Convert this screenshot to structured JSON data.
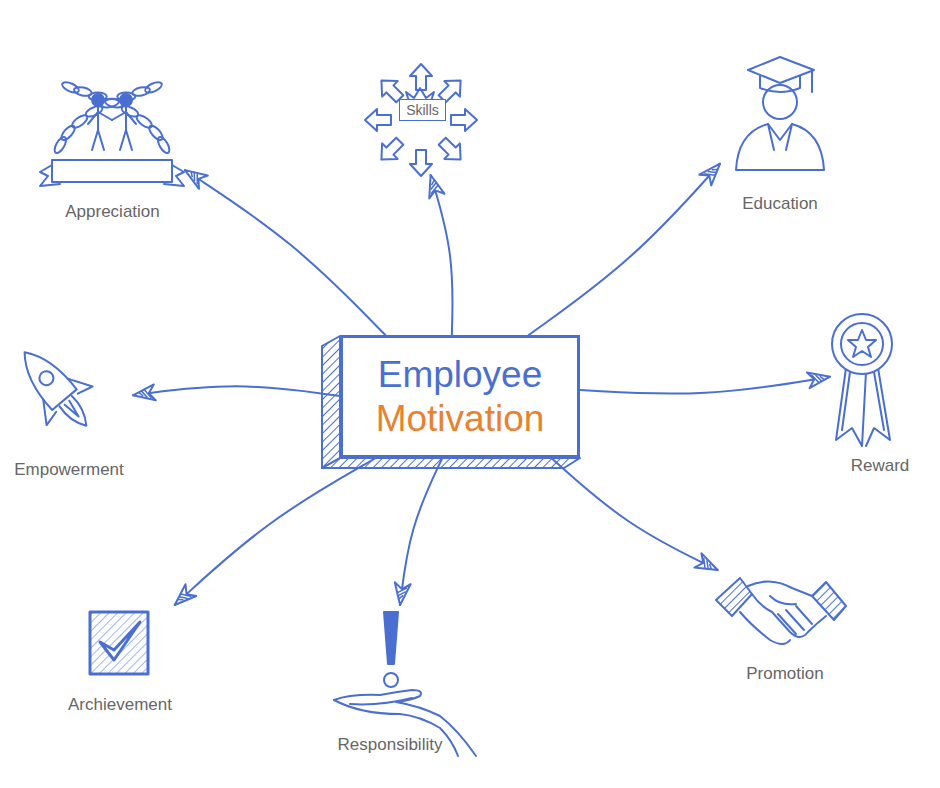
{
  "diagram": {
    "nodes": [
      {
        "text": [
          "Employee",
          "Motivation"
        ]
      },
      {
        "text": [
          "Appreciation"
        ]
      },
      {
        "text": [
          "Skills"
        ]
      },
      {
        "text": [
          "Education"
        ]
      },
      {
        "text": [
          "Empowerment"
        ]
      },
      {
        "text": [
          "Reward"
        ]
      },
      {
        "text": [
          "Archievement"
        ]
      },
      {
        "text": [
          "Responsibility"
        ]
      },
      {
        "text": [
          "Promotion"
        ]
      }
    ],
    "edges": [
      {
        "from": 0,
        "to": 1,
        "arrow": "to"
      },
      {
        "from": 0,
        "to": 2,
        "arrow": "to"
      },
      {
        "from": 0,
        "to": 3,
        "arrow": "to"
      },
      {
        "from": 0,
        "to": 4,
        "arrow": "to"
      },
      {
        "from": 0,
        "to": 5,
        "arrow": "to"
      },
      {
        "from": 0,
        "to": 6,
        "arrow": "to"
      },
      {
        "from": 0,
        "to": 7,
        "arrow": "to"
      },
      {
        "from": 0,
        "to": 8,
        "arrow": "to"
      }
    ]
  }
}
